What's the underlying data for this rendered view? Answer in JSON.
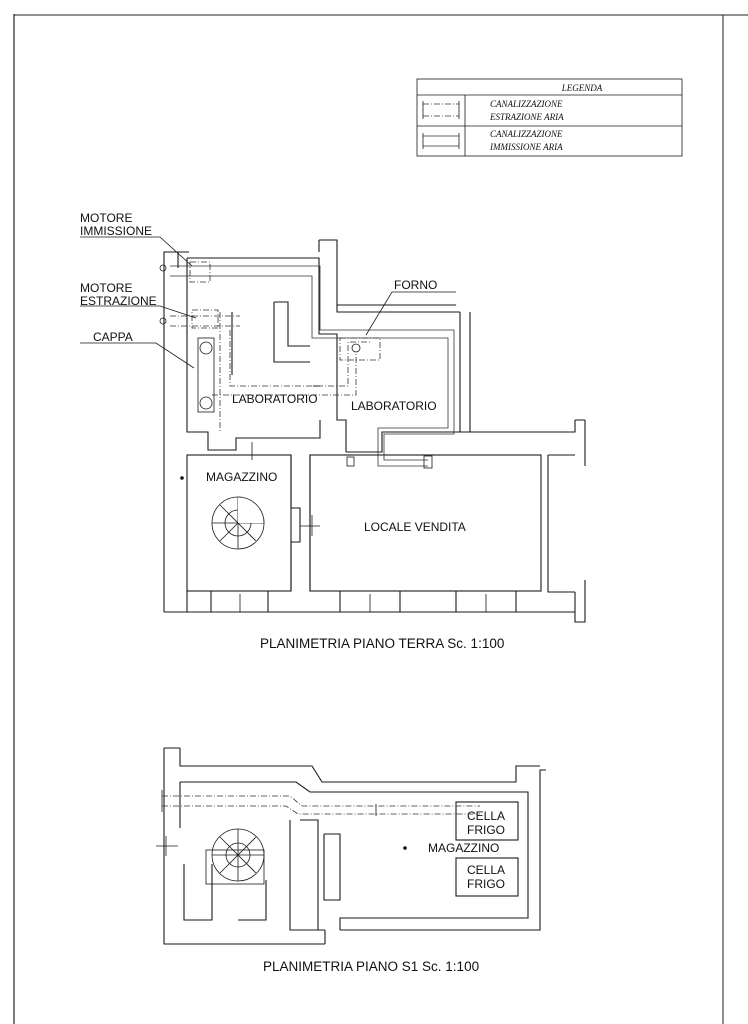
{
  "legend": {
    "title": "LEGENDA",
    "rows": [
      {
        "line1": "CANALIZZAZIONE",
        "line2": "ESTRAZIONE ARIA",
        "symbol": "dash-dot-duct"
      },
      {
        "line1": "CANALIZZAZIONE",
        "line2": "IMMISSIONE ARIA",
        "symbol": "solid-duct"
      }
    ]
  },
  "ground_floor": {
    "callouts": {
      "motore_immissione": [
        "MOTORE",
        "IMMISSIONE"
      ],
      "motore_estrazione": [
        "MOTORE",
        "ESTRAZIONE"
      ],
      "cappa": "CAPPA",
      "forno": "FORNO"
    },
    "rooms": {
      "laboratorio_left": "LABORATORIO",
      "laboratorio_right": "LABORATORIO",
      "magazzino": "MAGAZZINO",
      "locale_vendita": "LOCALE VENDITA"
    },
    "title": "PLANIMETRIA PIANO TERRA Sc. 1:100"
  },
  "basement": {
    "rooms": {
      "cella_frigo_1": [
        "CELLA",
        "FRIGO"
      ],
      "magazzino": "MAGAZZINO",
      "cella_frigo_2": [
        "CELLA",
        "FRIGO"
      ]
    },
    "title": "PLANIMETRIA PIANO S1 Sc. 1:100"
  }
}
